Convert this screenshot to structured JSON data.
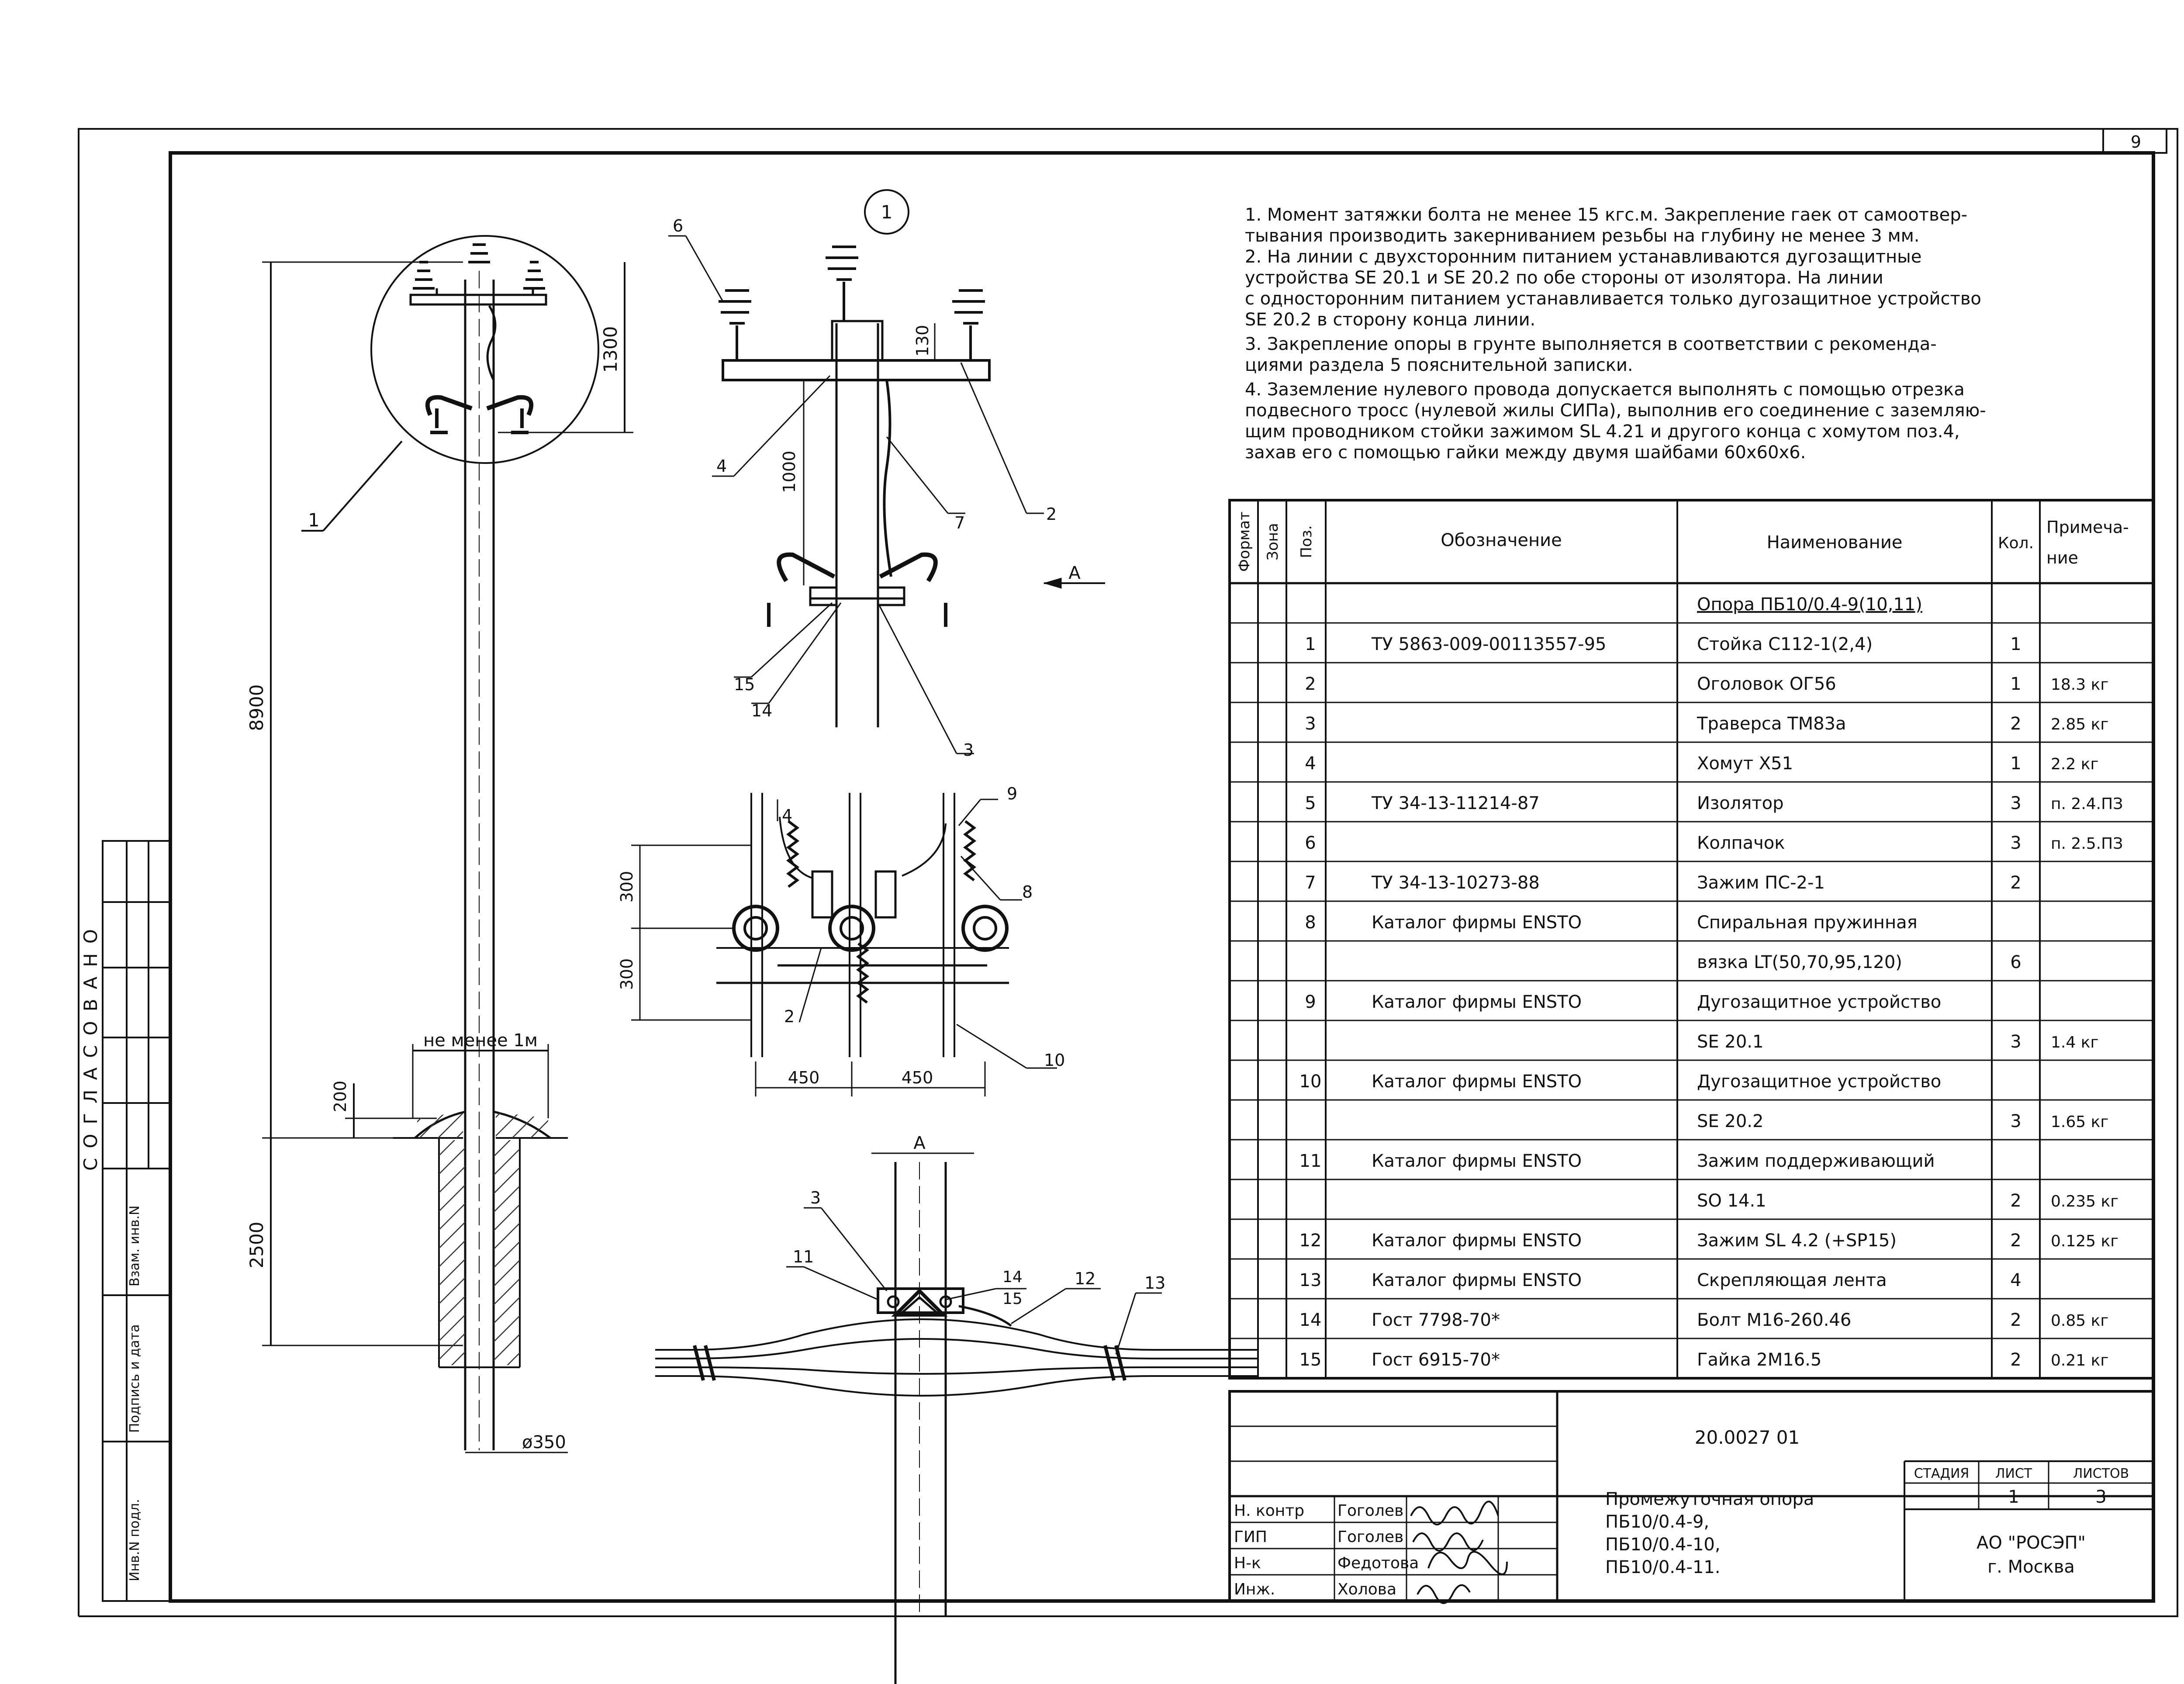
{
  "sheet_number": "9",
  "notes": [
    "1. Момент затяжки болта не менее 15 кгс.м. Закрепление гаек от самоотвер-",
    "тывания производить закерниванием резьбы на глубину не менее 3 мм.",
    "2. На линии с двухсторонним питанием устанавливаются дугозащитные",
    "устройства SE 20.1 и SE 20.2 по обе стороны от изолятора. На линии",
    "с односторонним питанием устанавливается только дугозащитное устройство",
    "SE 20.2 в сторону конца линии.",
    "3. Закрепление опоры в грунте выполняется в соответствии с рекоменда-",
    "циями раздела 5 пояснительной записки.",
    "4. Заземление нулевого провода допускается выполнять с помощью отрезка",
    "подвесного тросс (нулевой жилы СИПа), выполнив его соединение с заземляю-",
    "щим проводником стойки зажимом SL 4.21 и другого конца с хомутом поз.4,",
    "захав его с помощью гайки между двумя шайбами 60х60х6."
  ],
  "spec_table": {
    "headers": {
      "format": "Формат",
      "zone": "Зона",
      "pos": "Поз.",
      "designation": "Обозначение",
      "name": "Наименование",
      "qty": "Кол.",
      "note_1": "Примеча-",
      "note_2": "ние"
    },
    "rows": [
      {
        "pos": "",
        "designation": "",
        "name": "Опора ПБ10/0.4-9(10,11)",
        "qty": "",
        "note": ""
      },
      {
        "pos": "1",
        "designation": "ТУ 5863-009-00113557-95",
        "name": "Стойка С112-1(2,4)",
        "qty": "1",
        "note": ""
      },
      {
        "pos": "2",
        "designation": "",
        "name": "Оголовок ОГ56",
        "qty": "1",
        "note": "18.3 кг"
      },
      {
        "pos": "3",
        "designation": "",
        "name": "Траверса ТМ83а",
        "qty": "2",
        "note": "2.85 кг"
      },
      {
        "pos": "4",
        "designation": "",
        "name": "Хомут Х51",
        "qty": "1",
        "note": "2.2 кг"
      },
      {
        "pos": "5",
        "designation": "ТУ 34-13-11214-87",
        "name": "Изолятор",
        "qty": "3",
        "note": "п. 2.4.ПЗ"
      },
      {
        "pos": "6",
        "designation": "",
        "name": "Колпачок",
        "qty": "3",
        "note": "п. 2.5.ПЗ"
      },
      {
        "pos": "7",
        "designation": "ТУ 34-13-10273-88",
        "name": "Зажим ПС-2-1",
        "qty": "2",
        "note": ""
      },
      {
        "pos": "8",
        "designation": "Каталог фирмы ENSTO",
        "name": "Спиральная пружинная",
        "qty": "",
        "note": ""
      },
      {
        "pos": "",
        "designation": "",
        "name": "вязка LT(50,70,95,120)",
        "qty": "6",
        "note": ""
      },
      {
        "pos": "9",
        "designation": "Каталог фирмы ENSTO",
        "name": "Дугозащитное устройство",
        "qty": "",
        "note": ""
      },
      {
        "pos": "",
        "designation": "",
        "name": "SE 20.1",
        "qty": "3",
        "note": "1.4 кг"
      },
      {
        "pos": "10",
        "designation": "Каталог фирмы ENSTO",
        "name": "Дугозащитное устройство",
        "qty": "",
        "note": ""
      },
      {
        "pos": "",
        "designation": "",
        "name": "SE 20.2",
        "qty": "3",
        "note": "1.65 кг"
      },
      {
        "pos": "11",
        "designation": "Каталог фирмы ENSTO",
        "name": "Зажим поддерживающий",
        "qty": "",
        "note": ""
      },
      {
        "pos": "",
        "designation": "",
        "name": "SO 14.1",
        "qty": "2",
        "note": "0.235 кг"
      },
      {
        "pos": "12",
        "designation": "Каталог фирмы ENSTO",
        "name": "Зажим SL 4.2 (+SP15)",
        "qty": "2",
        "note": "0.125 кг"
      },
      {
        "pos": "13",
        "designation": "Каталог фирмы ENSTO",
        "name": "Скрепляющая лента",
        "qty": "4",
        "note": ""
      },
      {
        "pos": "14",
        "designation": "Гост 7798-70*",
        "name": "Болт М16-260.46",
        "qty": "2",
        "note": "0.85 кг"
      },
      {
        "pos": "15",
        "designation": "Гост 6915-70*",
        "name": "Гайка 2М16.5",
        "qty": "2",
        "note": "0.21 кг"
      }
    ]
  },
  "title_block": {
    "doc_code": "20.0027 01",
    "stage_label": "СТАДИЯ",
    "sheet_label": "ЛИСТ",
    "sheets_label": "ЛИСТОВ",
    "stage_value": "",
    "sheet_value": "1",
    "sheets_value": "3",
    "title_lines": [
      "Промежуточная опора",
      "ПБ10/0.4-9,",
      "ПБ10/0.4-10,",
      "ПБ10/0.4-11."
    ],
    "org_lines": [
      "АО \"РОСЭП\"",
      "г. Москва"
    ],
    "signers": [
      {
        "role": "Н. контр",
        "name": "Гоголев"
      },
      {
        "role": "ГИП",
        "name": "Гоголев"
      },
      {
        "role": "Н-к",
        "name": "Федотова"
      },
      {
        "role": "Инж.",
        "name": "Холова"
      }
    ]
  },
  "left_strip": {
    "agreed": "СОГЛАСОВАНО",
    "replace_inv": "Взам. инв.N",
    "sign_date": "Подпись и дата",
    "orig_inv": "Инв.N подл."
  },
  "main_view": {
    "label_1": "1",
    "dim_height": "8900",
    "dim_top": "1300",
    "dim_embed": "2500",
    "dim_200": "200",
    "dim_min": "не менее 1м",
    "diameter": "ø350"
  },
  "detail_1": {
    "callout": "1",
    "dim_130": "130",
    "dim_1000": "1000",
    "arrow_a": "А",
    "labels": [
      "6",
      "4",
      "7",
      "2",
      "15",
      "14",
      "3"
    ]
  },
  "plan_view": {
    "dim_300_top": "300",
    "dim_300_bottom": "300",
    "dim_450_left": "450",
    "dim_450_right": "450",
    "labels": [
      "4",
      "9",
      "8",
      "2",
      "10"
    ]
  },
  "view_a": {
    "title": "А",
    "labels": [
      "3",
      "11",
      "14",
      "15",
      "12",
      "13"
    ]
  }
}
